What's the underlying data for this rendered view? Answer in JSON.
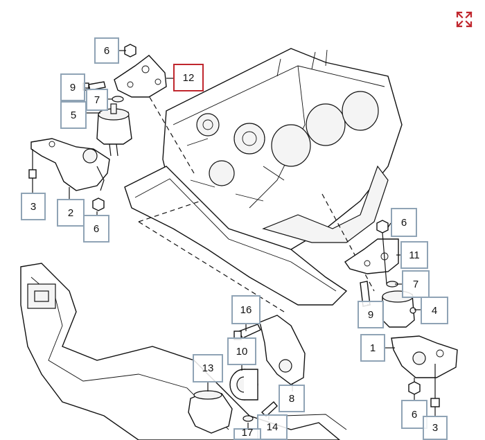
{
  "toolbar": {
    "expand_icon": "expand-arrows-icon",
    "accent_color": "#c0262d",
    "box_color": "#8fa3b5"
  },
  "callouts": [
    {
      "id": "c6a",
      "label": "6"
    },
    {
      "id": "c12",
      "label": "12",
      "selected": true
    },
    {
      "id": "c9a",
      "label": "9"
    },
    {
      "id": "c7a",
      "label": "7"
    },
    {
      "id": "c5",
      "label": "5"
    },
    {
      "id": "c3a",
      "label": "3"
    },
    {
      "id": "c2",
      "label": "2"
    },
    {
      "id": "c6b",
      "label": "6"
    },
    {
      "id": "c6c",
      "label": "6"
    },
    {
      "id": "c11",
      "label": "11"
    },
    {
      "id": "c7b",
      "label": "7"
    },
    {
      "id": "c9b",
      "label": "9"
    },
    {
      "id": "c4",
      "label": "4"
    },
    {
      "id": "c1",
      "label": "1"
    },
    {
      "id": "c16",
      "label": "16"
    },
    {
      "id": "c10",
      "label": "10"
    },
    {
      "id": "c13",
      "label": "13"
    },
    {
      "id": "c8",
      "label": "8"
    },
    {
      "id": "c14",
      "label": "14"
    },
    {
      "id": "c17",
      "label": "17"
    },
    {
      "id": "c6d",
      "label": "6"
    },
    {
      "id": "c3b",
      "label": "3"
    }
  ]
}
